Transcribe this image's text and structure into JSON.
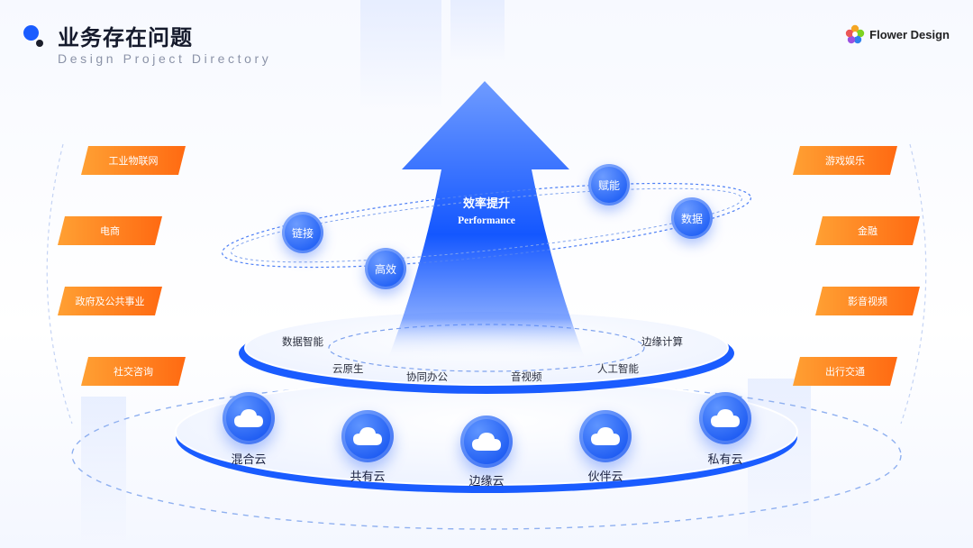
{
  "header": {
    "title": "业务存在问题",
    "subtitle": "Design Project Directory",
    "brand": "Flower Design"
  },
  "arrow": {
    "title": "效率提升",
    "subtitle": "Performance"
  },
  "left_tags": [
    "工业物联网",
    "电商",
    "政府及公共事业",
    "社交咨询"
  ],
  "right_tags": [
    "游戏娱乐",
    "金融",
    "影音视频",
    "出行交通"
  ],
  "orbit_bubbles": [
    "链接",
    "高效",
    "赋能",
    "数据"
  ],
  "middle_ring_labels": [
    "数据智能",
    "云原生",
    "协同办公",
    "音视频",
    "人工智能",
    "边缘计算"
  ],
  "cloud_nodes": [
    "混合云",
    "共有云",
    "边缘云",
    "伙伴云",
    "私有云"
  ],
  "colors": {
    "accent_blue": "#1a5cff",
    "tag_orange": "#ff7a1a",
    "title_dark": "#151a2c"
  },
  "icons": {
    "cloud": "cloud-icon",
    "brand_logo": "flower-logo-icon"
  }
}
